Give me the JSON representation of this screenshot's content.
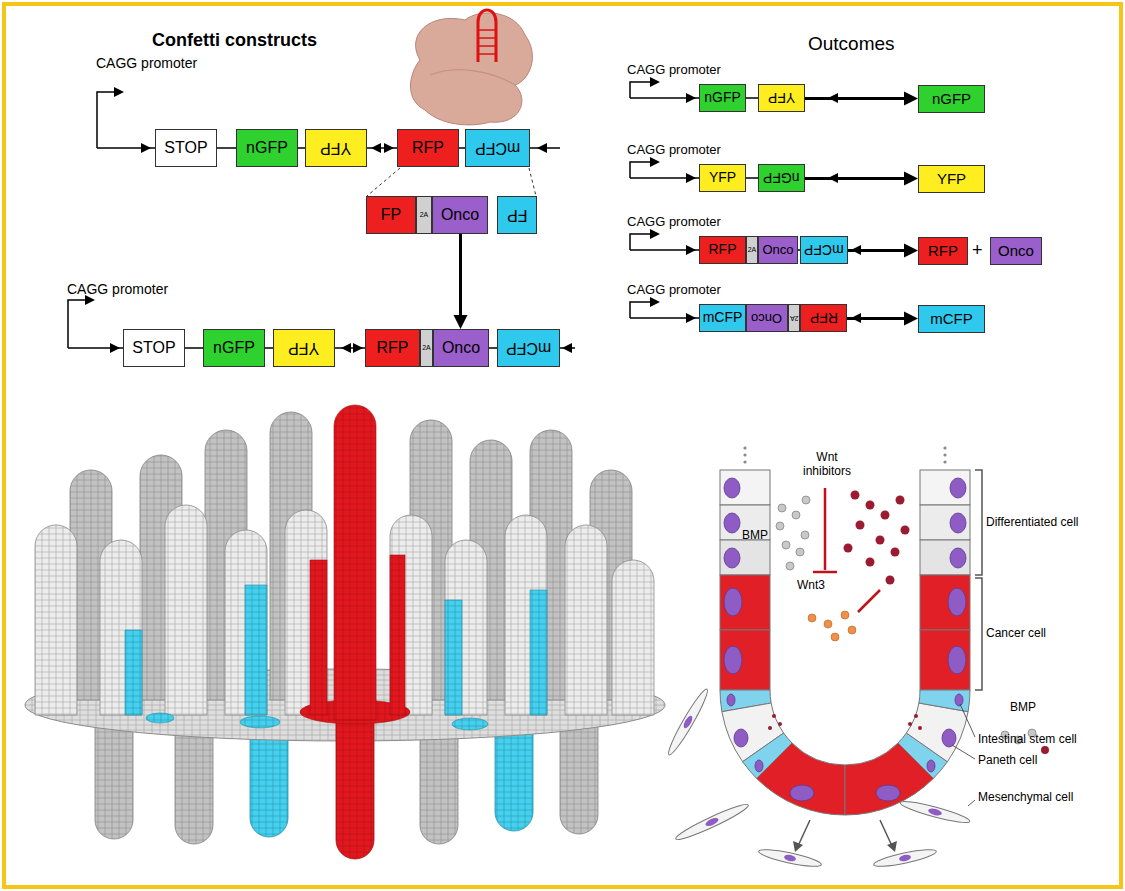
{
  "diagram": {
    "title": "Confetti constructs",
    "nodes": [
      {
        "text": [
          "STOP"
        ]
      },
      {
        "text": [
          "nGFP"
        ]
      },
      {
        "text": [
          "YFP"
        ]
      },
      {
        "text": [
          "RFP"
        ]
      },
      {
        "text": [
          "mCFP"
        ]
      },
      {
        "text": [
          "FP"
        ]
      },
      {
        "text": [
          "2A"
        ]
      },
      {
        "text": [
          "Onco"
        ]
      },
      {
        "text": [
          "FP"
        ]
      },
      {
        "text": [
          "STOP"
        ]
      },
      {
        "text": [
          "nGFP"
        ]
      },
      {
        "text": [
          "YFP"
        ]
      },
      {
        "text": [
          "RFP"
        ]
      },
      {
        "text": [
          "2A"
        ]
      },
      {
        "text": [
          "Onco"
        ]
      },
      {
        "text": [
          "mCFP"
        ]
      },
      {
        "text": [
          "nGFP"
        ]
      },
      {
        "text": [
          "YFP"
        ]
      },
      {
        "text": [
          "nGFP"
        ]
      },
      {
        "text": [
          "YFP"
        ]
      },
      {
        "text": [
          "nGFP"
        ]
      },
      {
        "text": [
          "YFP"
        ]
      },
      {
        "text": [
          "RFP"
        ]
      },
      {
        "text": [
          "2A"
        ]
      },
      {
        "text": [
          "Onco"
        ]
      },
      {
        "text": [
          "mCFP"
        ]
      },
      {
        "text": [
          "RFP"
        ]
      },
      {
        "text": [
          "Onco"
        ]
      },
      {
        "text": [
          "mCFP"
        ]
      },
      {
        "text": [
          "Onco"
        ]
      },
      {
        "text": [
          "2A"
        ]
      },
      {
        "text": [
          "RFP"
        ]
      },
      {
        "text": [
          "mCFP"
        ]
      }
    ],
    "edges": [
      {
        "from": 7,
        "to": 14,
        "arrow": "to"
      },
      {
        "from": 17,
        "to": 18,
        "arrow": "to"
      },
      {
        "from": 20,
        "to": 21,
        "arrow": "to"
      },
      {
        "from": 25,
        "to": 26,
        "arrow": "to"
      },
      {
        "from": 31,
        "to": 32,
        "arrow": "to"
      }
    ],
    "labels": [
      "Outcomes",
      "CAGG promoter",
      "CAGG promoter",
      "CAGG promoter",
      "CAGG promoter",
      "CAGG promoter",
      "CAGG promoter",
      "+",
      "Wnt inhibitors",
      "BMP",
      "Wnt3",
      "Differentiated cell",
      "Cancer cell",
      "Intestinal stem cell",
      "Paneth cell",
      "Mesenchymal cell",
      "BMP"
    ]
  }
}
